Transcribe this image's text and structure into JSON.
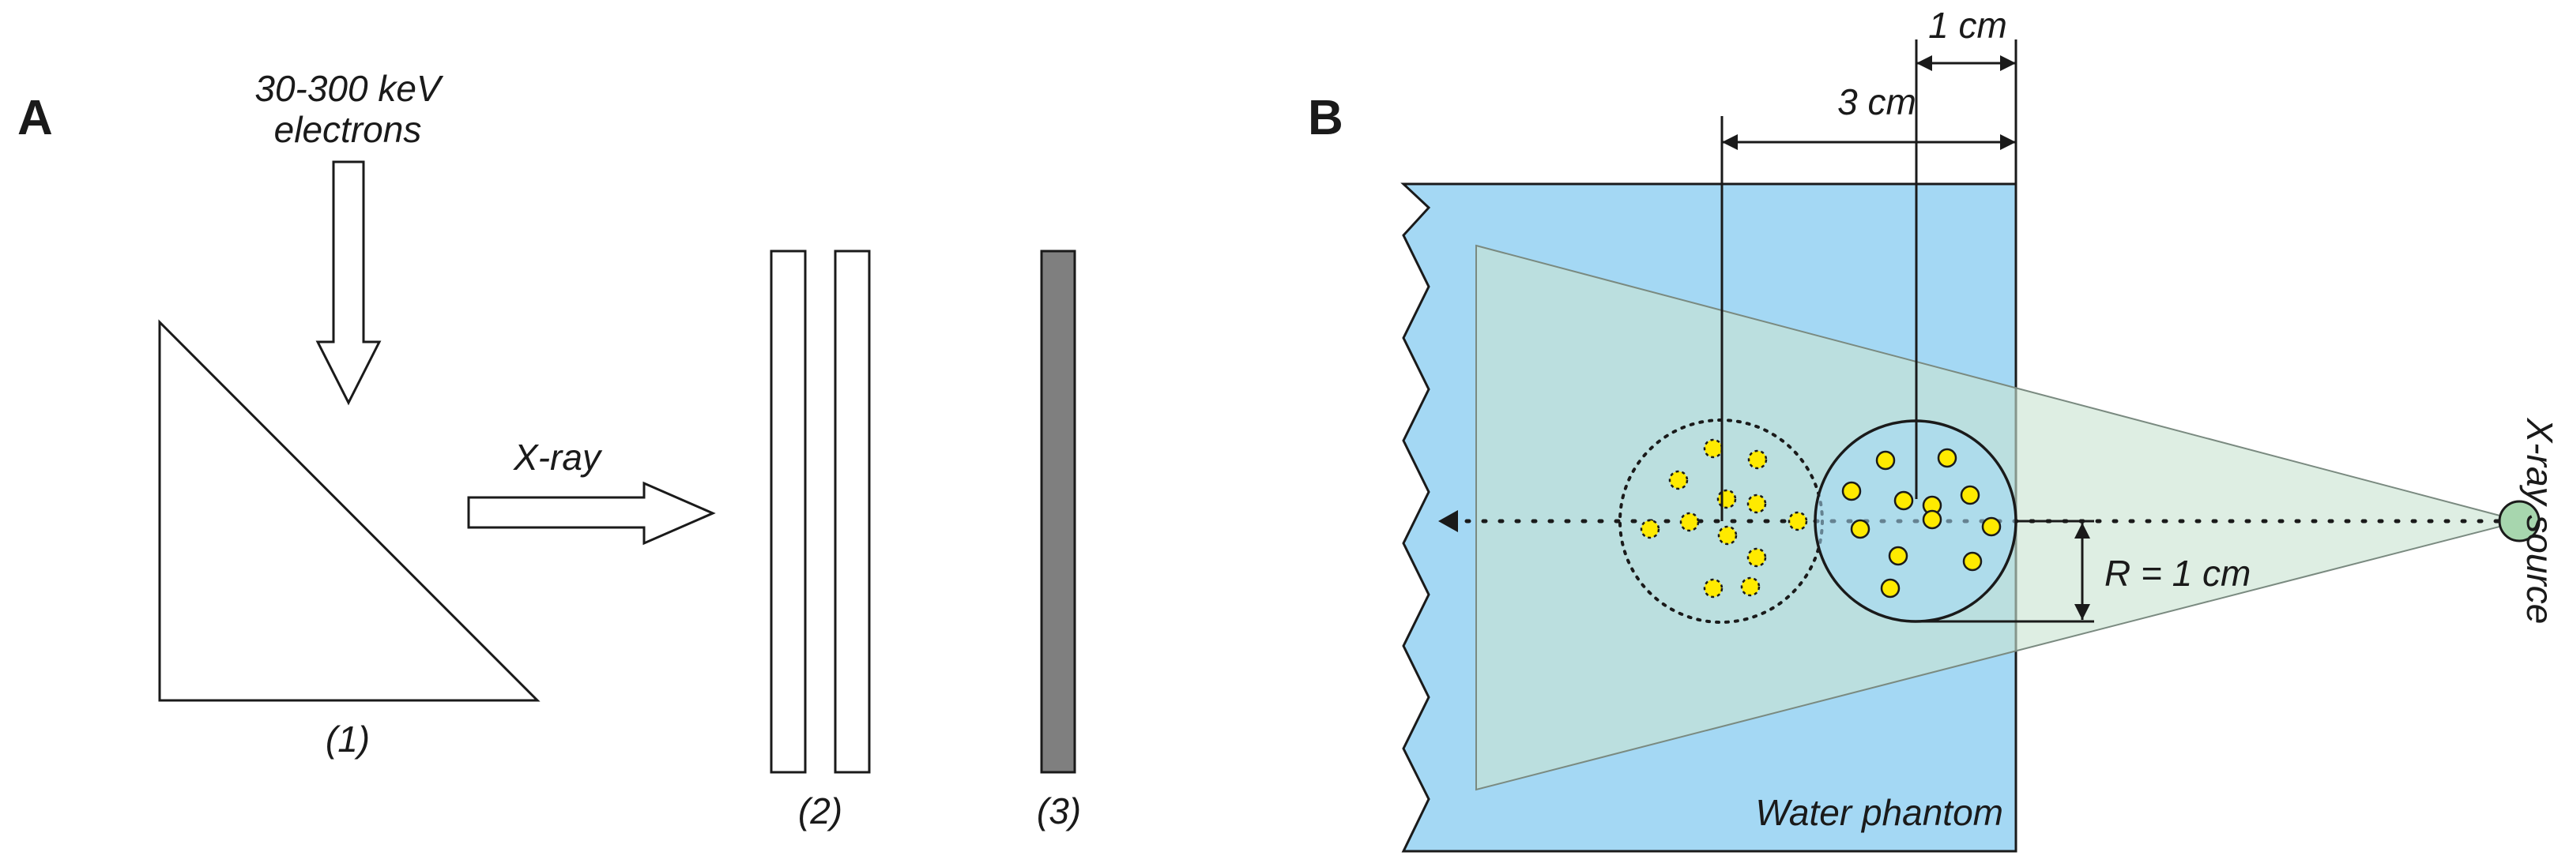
{
  "panel_a": {
    "label": "A",
    "electron_energy": "30-300 keV",
    "electron_word": "electrons",
    "xray_label": "X-ray",
    "labels": [
      "(1)",
      "(2)",
      "(3)"
    ]
  },
  "panel_b": {
    "label": "B",
    "dim_1cm": "1 cm",
    "dim_3cm": "3 cm",
    "radius_label": "R = 1 cm",
    "phantom_label": "Water phantom",
    "source_label": "X-ray source"
  },
  "colors": {
    "water": "#a4d8f4",
    "beam": "#c9e4d2",
    "nanoparticle": "#ffea00",
    "source": "#a7d6ae",
    "detector_dark": "#7f7f7f"
  }
}
